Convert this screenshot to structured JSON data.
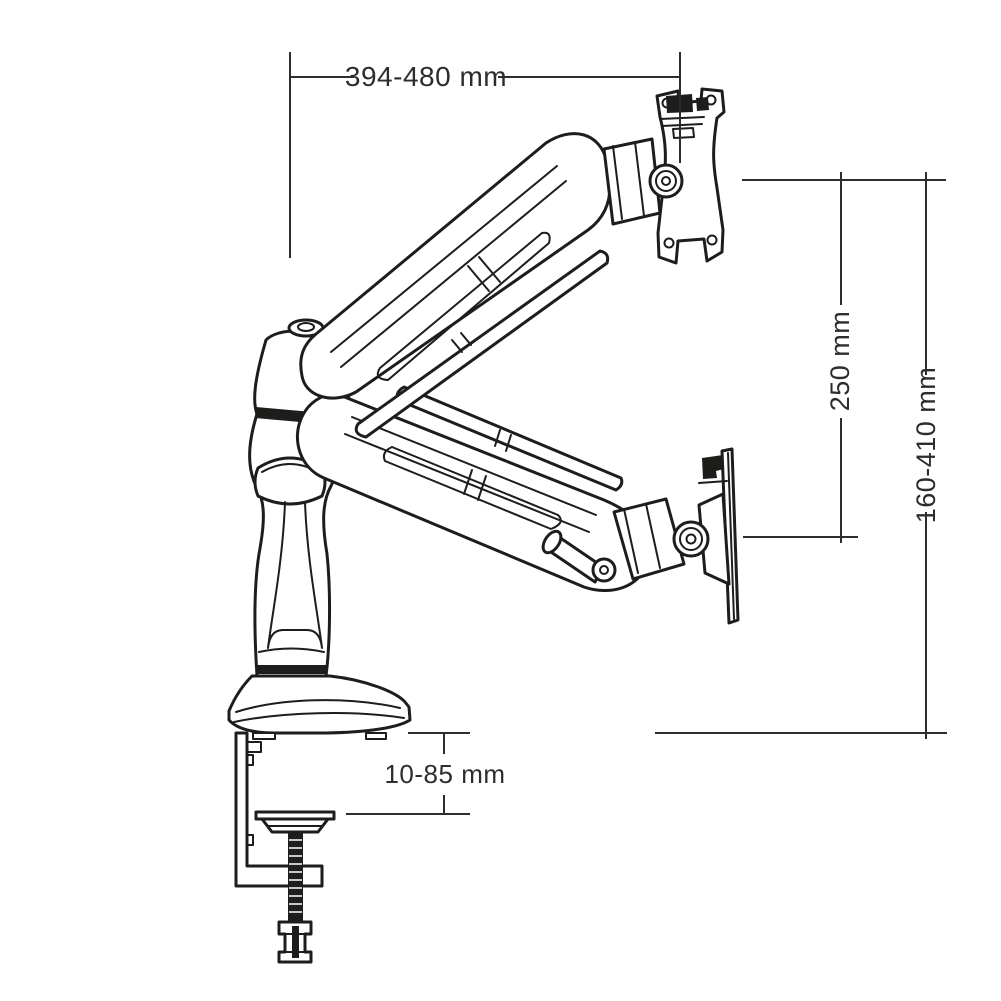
{
  "figure": {
    "background_color": "#ffffff",
    "line_color": "#1d1d1b",
    "dimension_color": "#2d2d2d"
  },
  "dimensions": {
    "arm_reach": {
      "label": "394-480 mm"
    },
    "vertical_travel": {
      "label": "250 mm"
    },
    "height_range": {
      "label": "160-410 mm"
    },
    "clamp_thickness": {
      "label": "10-85 mm"
    }
  },
  "parts": {
    "upper_vesa_plate": "upper-vesa-plate",
    "upper_ball_joint": "upper-ball-joint",
    "upper_arm": "upper-arm",
    "gas_spring_link": "gas-spring-link",
    "lower_arm": "lower-arm",
    "lower_ball_joint": "lower-ball-joint",
    "lower_vesa_plate": "lower-vesa-plate",
    "column": "riser-column",
    "base": "desk-base",
    "clamp": "c-clamp",
    "screw": "clamp-screw",
    "knob": "clamp-knob"
  }
}
